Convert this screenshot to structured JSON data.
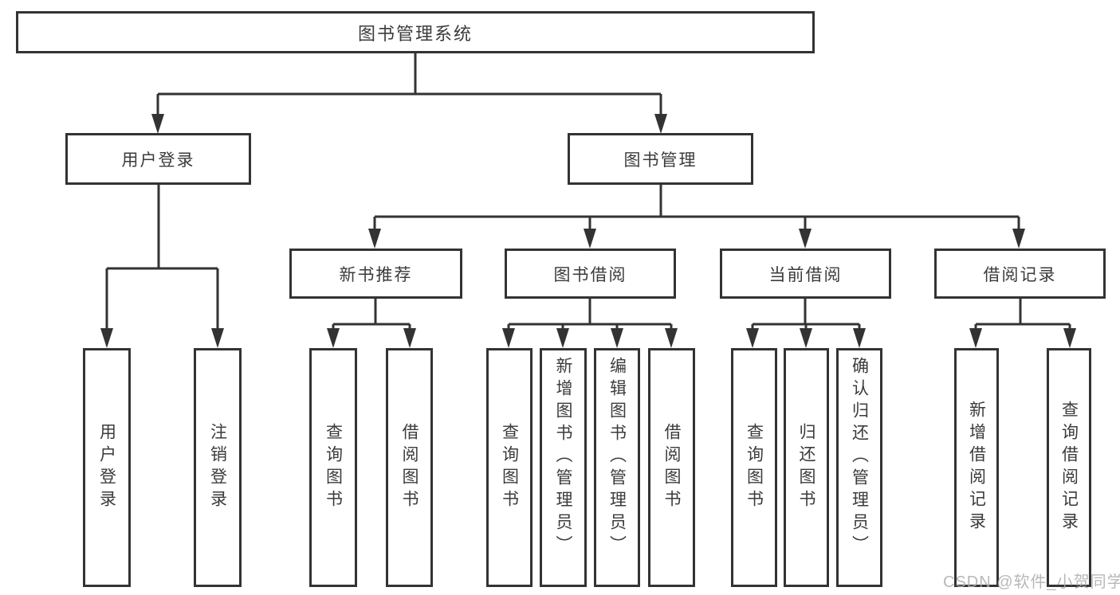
{
  "nodes": {
    "root": "图书管理系统",
    "level2": [
      "用户登录",
      "图书管理"
    ],
    "level3": [
      "新书推荐",
      "图书借阅",
      "当前借阅",
      "借阅记录"
    ],
    "leaves": [
      "用户登录",
      "注销登录",
      "查询图书",
      "借阅图书",
      "查询图书",
      "新增图书（管理员）",
      "编辑图书（管理员）",
      "借阅图书",
      "查询图书",
      "归还图书",
      "确认归还（管理员）",
      "新增借阅记录",
      "查询借阅记录"
    ]
  },
  "watermark": "CSDN @软件_小贺同学",
  "colors": {
    "line": "#333333",
    "box_border": "#333333",
    "text": "#3b3b3b",
    "background": "#ffffff",
    "watermark": "#acacac"
  }
}
